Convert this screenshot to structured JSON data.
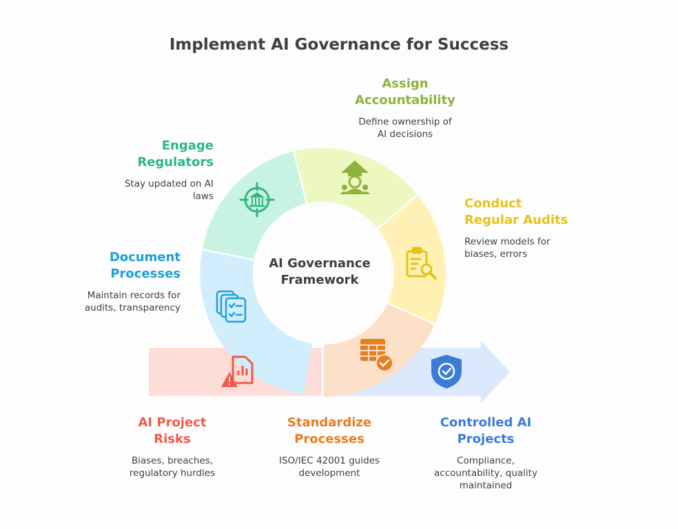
{
  "title": "Implement AI Governance for Success",
  "center": {
    "line1": "AI Governance",
    "line2": "Framework"
  },
  "colors": {
    "heading_text": "#3f3f3f",
    "assign": "#8fb23a",
    "audits": "#e6c21a",
    "document": "#1e9fd6",
    "regulators": "#2eb583",
    "risks": "#ec5a4a",
    "standardize": "#e67e22",
    "controlled": "#3a7bd5"
  },
  "segments": [
    {
      "key": "assign",
      "heading": [
        "Assign",
        "Accountability"
      ],
      "description": [
        "Define ownership of",
        "AI decisions"
      ],
      "icon": "person-up-arrow-icon"
    },
    {
      "key": "audits",
      "heading": [
        "Conduct",
        "Regular Audits"
      ],
      "description": [
        "Review models for",
        "biases, errors"
      ],
      "icon": "clipboard-search-icon"
    },
    {
      "key": "regulators",
      "heading": [
        "Engage",
        "Regulators"
      ],
      "description": [
        "Stay updated on AI",
        "laws"
      ],
      "icon": "bank-target-icon"
    },
    {
      "key": "document",
      "heading": [
        "Document",
        "Processes"
      ],
      "description": [
        "Maintain records for",
        "audits, transparency"
      ],
      "icon": "stacked-checklist-icon"
    }
  ],
  "stages": [
    {
      "key": "risks",
      "heading": [
        "AI Project",
        "Risks"
      ],
      "description": [
        "Biases, breaches,",
        "regulatory hurdles"
      ],
      "icon": "document-warning-icon"
    },
    {
      "key": "standardize",
      "heading": [
        "Standardize",
        "Processes"
      ],
      "description": [
        "ISO/IEC 42001 guides",
        "development"
      ],
      "icon": "table-check-icon"
    },
    {
      "key": "controlled",
      "heading": [
        "Controlled AI",
        "Projects"
      ],
      "description": [
        "Compliance,",
        "accountability, quality",
        "maintained"
      ],
      "icon": "shield-check-icon"
    }
  ]
}
